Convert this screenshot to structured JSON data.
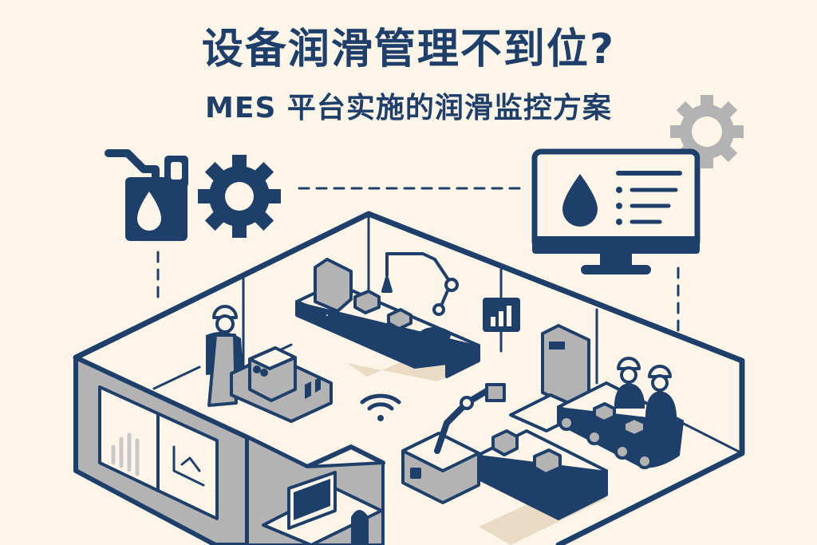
{
  "header": {
    "title": "设备润滑管理不到位?",
    "subtitle": "MES 平台实施的润滑监控方案"
  },
  "colors": {
    "background": "#fdf6e8",
    "navy": "#1f3f6b",
    "gray": "#b3b3b3",
    "light_gray": "#c9c9c9",
    "shadow": "#eadcc4"
  },
  "icons": [
    "oil-can-icon",
    "gear-icon",
    "monitor-oil-drop-icon",
    "gray-gear-icon",
    "bar-chart-icon",
    "wifi-icon"
  ],
  "scene": {
    "elements": [
      "isometric-factory-floor",
      "worker-with-hardhat",
      "conveyor-with-robot-arm",
      "packaging-conveyor",
      "two-workers",
      "dashboard-wall",
      "operator-desk"
    ]
  }
}
